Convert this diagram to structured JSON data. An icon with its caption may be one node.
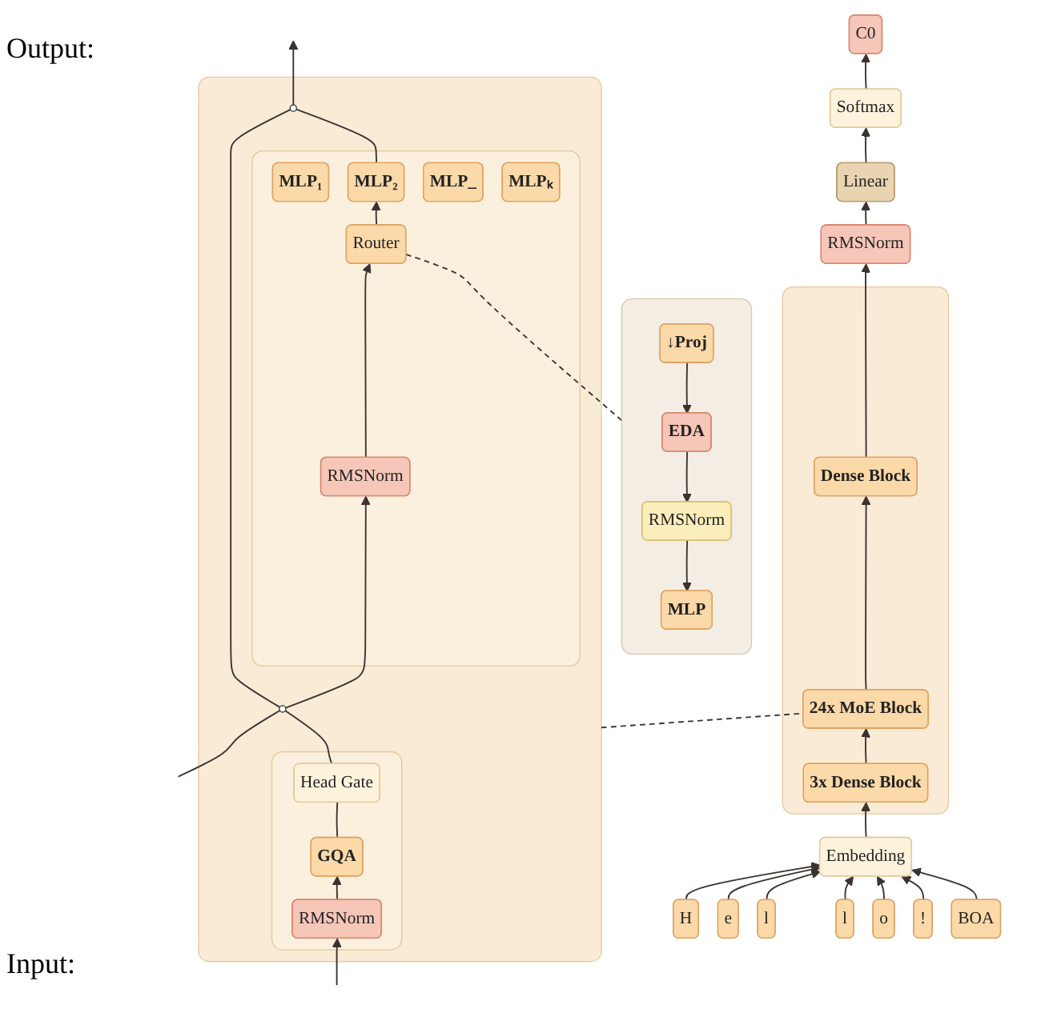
{
  "diagram": {
    "nodes": [
      {
        "text": [
          "C0"
        ]
      },
      {
        "text": [
          "Softmax"
        ]
      },
      {
        "text": [
          "Linear"
        ]
      },
      {
        "text": [
          "RMSNorm"
        ]
      },
      {
        "text": [],
        "shape": "box"
      },
      {
        "text": [
          "Dense Block"
        ],
        "in": 4
      },
      {
        "text": [
          "24x MoE Block"
        ],
        "in": 4
      },
      {
        "text": [
          "3x Dense Block"
        ],
        "in": 4
      },
      {
        "text": [
          "Embedding"
        ]
      },
      {
        "text": [
          "H"
        ]
      },
      {
        "text": [
          "e"
        ]
      },
      {
        "text": [
          "l"
        ]
      },
      {
        "text": [
          "l"
        ]
      },
      {
        "text": [
          "o"
        ]
      },
      {
        "text": [
          "!"
        ]
      },
      {
        "text": [
          "BOA"
        ]
      },
      {
        "text": [],
        "shape": "box"
      },
      {
        "text": [],
        "shape": "box",
        "in": 16
      },
      {
        "text": [
          "MLP₁"
        ],
        "in": 17
      },
      {
        "text": [
          "MLP₂"
        ],
        "in": 17
      },
      {
        "text": [
          "MLP_"
        ],
        "in": 17
      },
      {
        "text": [
          "MLPₖ"
        ],
        "in": 17
      },
      {
        "text": [
          "Router"
        ],
        "in": 17
      },
      {
        "text": [
          "RMSNorm"
        ],
        "in": 17
      },
      {
        "text": [],
        "shape": "circle",
        "in": 16
      },
      {
        "text": [],
        "shape": "circle",
        "in": 16
      },
      {
        "text": [],
        "shape": "box",
        "in": 16
      },
      {
        "text": [
          "Head Gate"
        ],
        "in": 26
      },
      {
        "text": [
          "GQA"
        ],
        "in": 26
      },
      {
        "text": [
          "RMSNorm"
        ],
        "in": 26
      },
      {
        "text": [],
        "shape": "box"
      },
      {
        "text": [
          "MLP"
        ],
        "in": 30
      },
      {
        "text": [
          "RMSNorm"
        ],
        "in": 30
      },
      {
        "text": [
          "EDA"
        ],
        "in": 30
      },
      {
        "text": [
          "↓Proj"
        ],
        "in": 30
      }
    ],
    "edges": [
      {
        "from": 1,
        "to": 0,
        "arrow": "to"
      },
      {
        "from": 2,
        "to": 1,
        "arrow": "to"
      },
      {
        "from": 3,
        "to": 2,
        "arrow": "to"
      },
      {
        "from": 5,
        "to": 3,
        "arrow": "to"
      },
      {
        "from": 6,
        "to": 5,
        "arrow": "to"
      },
      {
        "from": 7,
        "to": 6,
        "arrow": "to"
      },
      {
        "from": 8,
        "to": 7,
        "arrow": "to"
      },
      {
        "from": 9,
        "to": 8,
        "arrow": "to"
      },
      {
        "from": 10,
        "to": 8,
        "arrow": "to"
      },
      {
        "from": 11,
        "to": 8,
        "arrow": "to"
      },
      {
        "from": 12,
        "to": 8,
        "arrow": "to"
      },
      {
        "from": 13,
        "to": 8,
        "arrow": "to"
      },
      {
        "from": 14,
        "to": 8,
        "arrow": "to"
      },
      {
        "from": 15,
        "to": 8,
        "arrow": "to"
      },
      {
        "from": null,
        "to": 29,
        "arrow": "to"
      },
      {
        "from": null,
        "to": 25,
        "arrow": "none"
      },
      {
        "from": 29,
        "to": 28,
        "arrow": "to"
      },
      {
        "from": 28,
        "to": 27,
        "arrow": "none"
      },
      {
        "from": 27,
        "to": 25,
        "arrow": "none"
      },
      {
        "from": 25,
        "to": 23,
        "arrow": "to"
      },
      {
        "from": 23,
        "to": 22,
        "arrow": "to"
      },
      {
        "from": 22,
        "to": 19,
        "arrow": "to"
      },
      {
        "from": 25,
        "to": 24,
        "arrow": "none"
      },
      {
        "from": 19,
        "to": 24,
        "arrow": "none"
      },
      {
        "from": 24,
        "to": null,
        "arrow": "to"
      },
      {
        "from": 34,
        "to": 33,
        "arrow": "to"
      },
      {
        "from": 33,
        "to": 32,
        "arrow": "to"
      },
      {
        "from": 32,
        "to": 31,
        "arrow": "to"
      },
      {
        "from": 16,
        "to": 6,
        "arrow": "none",
        "style": "dashed"
      },
      {
        "from": 30,
        "to": 22,
        "arrow": "none",
        "style": "dashed"
      }
    ],
    "labels": [
      "Output:",
      "Input:"
    ]
  }
}
